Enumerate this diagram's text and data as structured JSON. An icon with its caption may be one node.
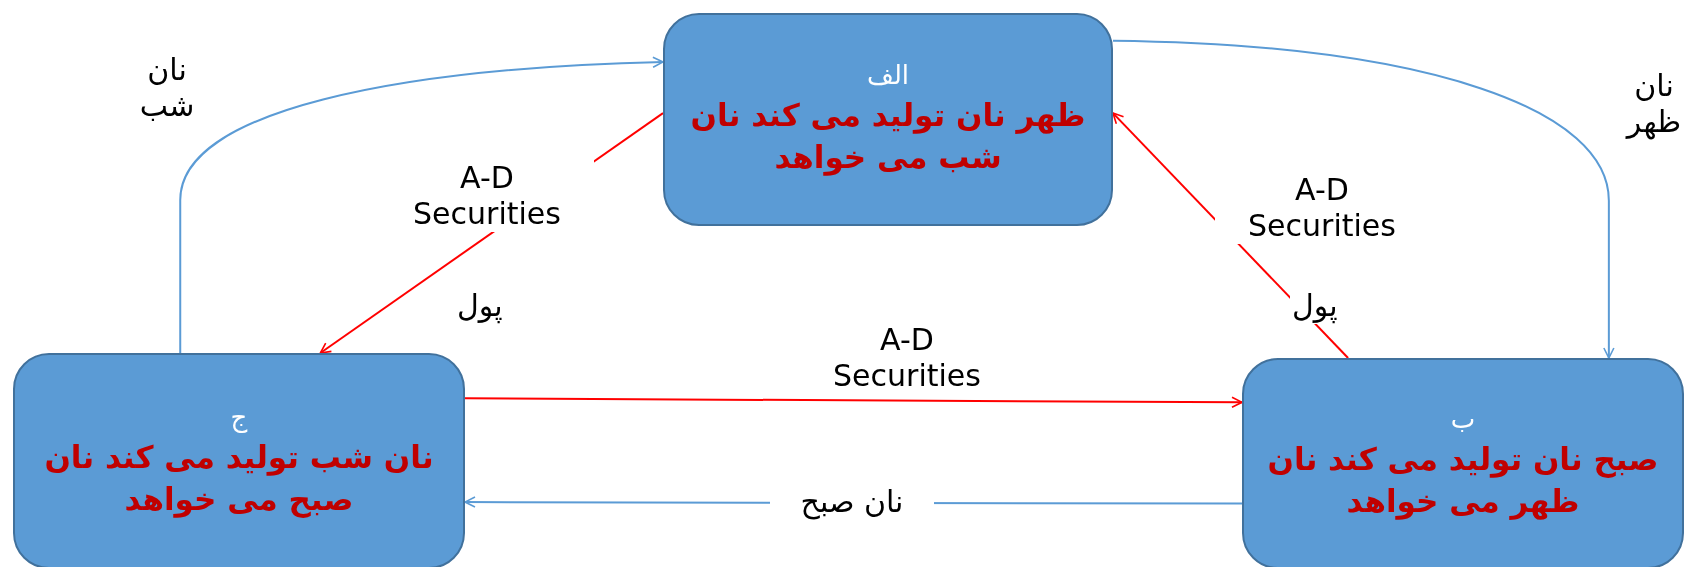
{
  "diagram": {
    "nodes": [
      {
        "text": [
          "الف",
          "ظهر نان تولید می کند نان شب می خواهد"
        ]
      },
      {
        "text": [
          "ب",
          "صبح نان تولید می کند نان ظهر می خواهد"
        ]
      },
      {
        "text": [
          "ج",
          "نان شب تولید می کند نان صبح می خواهد"
        ]
      }
    ],
    "edges": [
      {
        "from": 2,
        "to": 0,
        "arrow": "to",
        "label": "نان شب",
        "color": "#5b9bd5"
      },
      {
        "from": 0,
        "to": 1,
        "arrow": "to",
        "label": "نان ظهر",
        "color": "#5b9bd5"
      },
      {
        "from": 0,
        "to": 2,
        "arrow": "to",
        "label": "A-D Securities",
        "color": "#ff0000"
      },
      {
        "from": 1,
        "to": 0,
        "arrow": "to",
        "label": "A-D Securities",
        "color": "#ff0000"
      },
      {
        "from": 2,
        "to": 1,
        "arrow": "to",
        "label": "A-D Securities",
        "color": "#ff0000"
      },
      {
        "from": 1,
        "to": 2,
        "arrow": "to",
        "label": "نان  صبح",
        "color": "#5b9bd5"
      }
    ],
    "labels": [
      "پول",
      "پول"
    ]
  }
}
